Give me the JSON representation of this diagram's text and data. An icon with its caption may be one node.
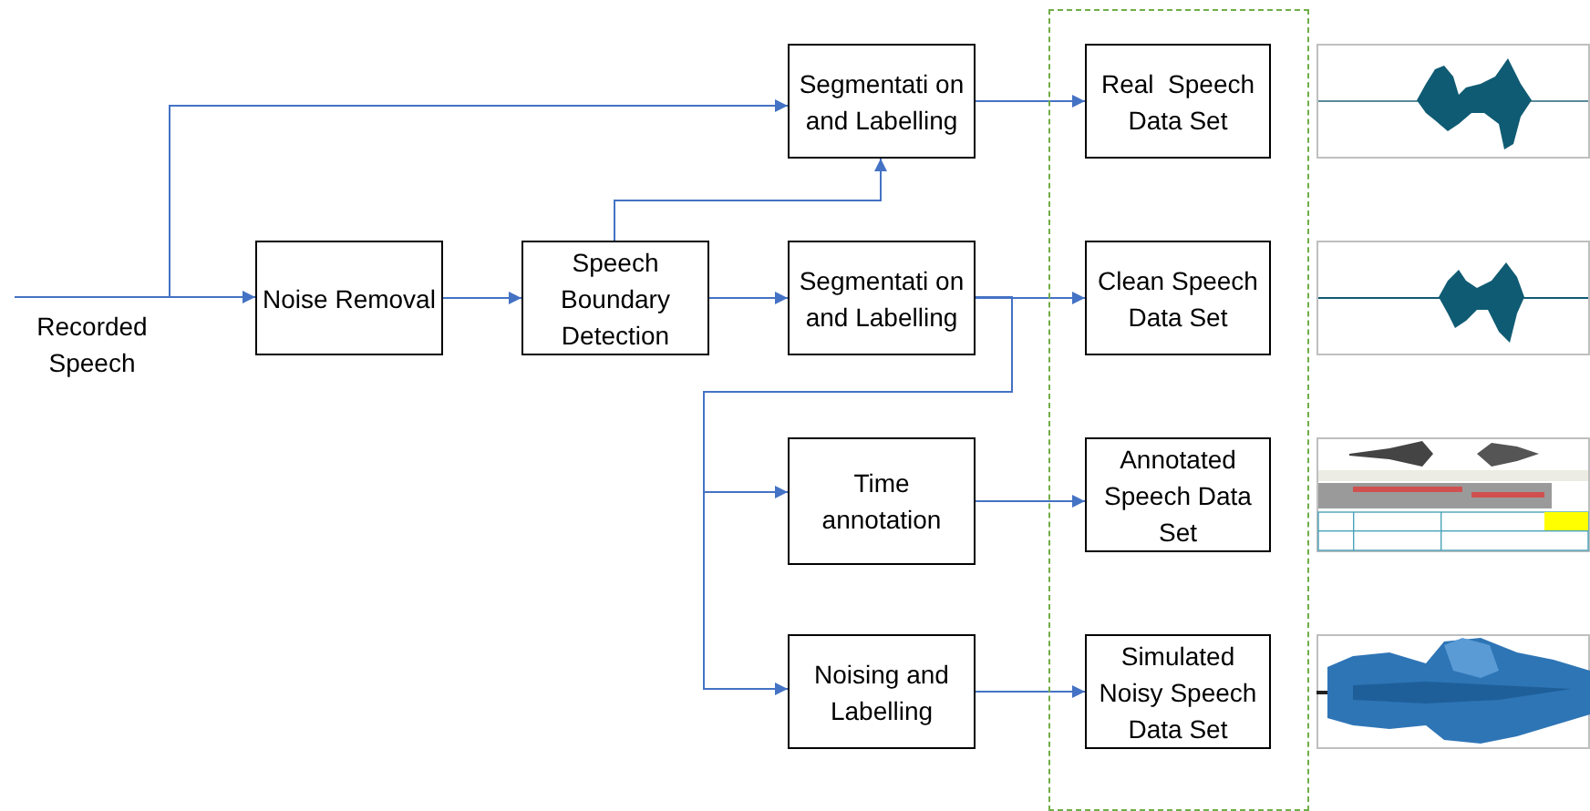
{
  "diagram": {
    "nodes": [
      {
        "text": [
          "Recorded Speech"
        ]
      },
      {
        "text": [
          "Noise Removal"
        ]
      },
      {
        "text": [
          "Speech Boundary Detection"
        ]
      },
      {
        "text": [
          "Segmentati on and Labelling"
        ]
      },
      {
        "text": [
          "Segmentati on and Labelling"
        ]
      },
      {
        "text": [
          "Time annotation"
        ]
      },
      {
        "text": [
          "Noising and Labelling"
        ]
      },
      {
        "text": [],
        "shape": "box"
      },
      {
        "text": [
          "Real  Speech Data Set"
        ],
        "in": 7
      },
      {
        "text": [
          "Clean Speech Data Set"
        ],
        "in": 7
      },
      {
        "text": [
          "Annotated Speech Data Set"
        ],
        "in": 7
      },
      {
        "text": [
          "Simulated Noisy Speech Data Set"
        ],
        "in": 7
      }
    ],
    "edges": [
      {
        "from": 0,
        "to": 1,
        "arrow": "to"
      },
      {
        "from": 0,
        "to": 3,
        "arrow": "to"
      },
      {
        "from": 1,
        "to": 2,
        "arrow": "to"
      },
      {
        "from": 2,
        "to": 4,
        "arrow": "to"
      },
      {
        "from": 2,
        "to": 3,
        "arrow": "to"
      },
      {
        "from": 3,
        "to": 8,
        "arrow": "to"
      },
      {
        "from": 4,
        "to": 9,
        "arrow": "to"
      },
      {
        "from": 4,
        "to": 5,
        "arrow": "to"
      },
      {
        "from": 4,
        "to": 6,
        "arrow": "to"
      },
      {
        "from": 5,
        "to": 10,
        "arrow": "to"
      },
      {
        "from": 6,
        "to": 11,
        "arrow": "to"
      }
    ]
  }
}
